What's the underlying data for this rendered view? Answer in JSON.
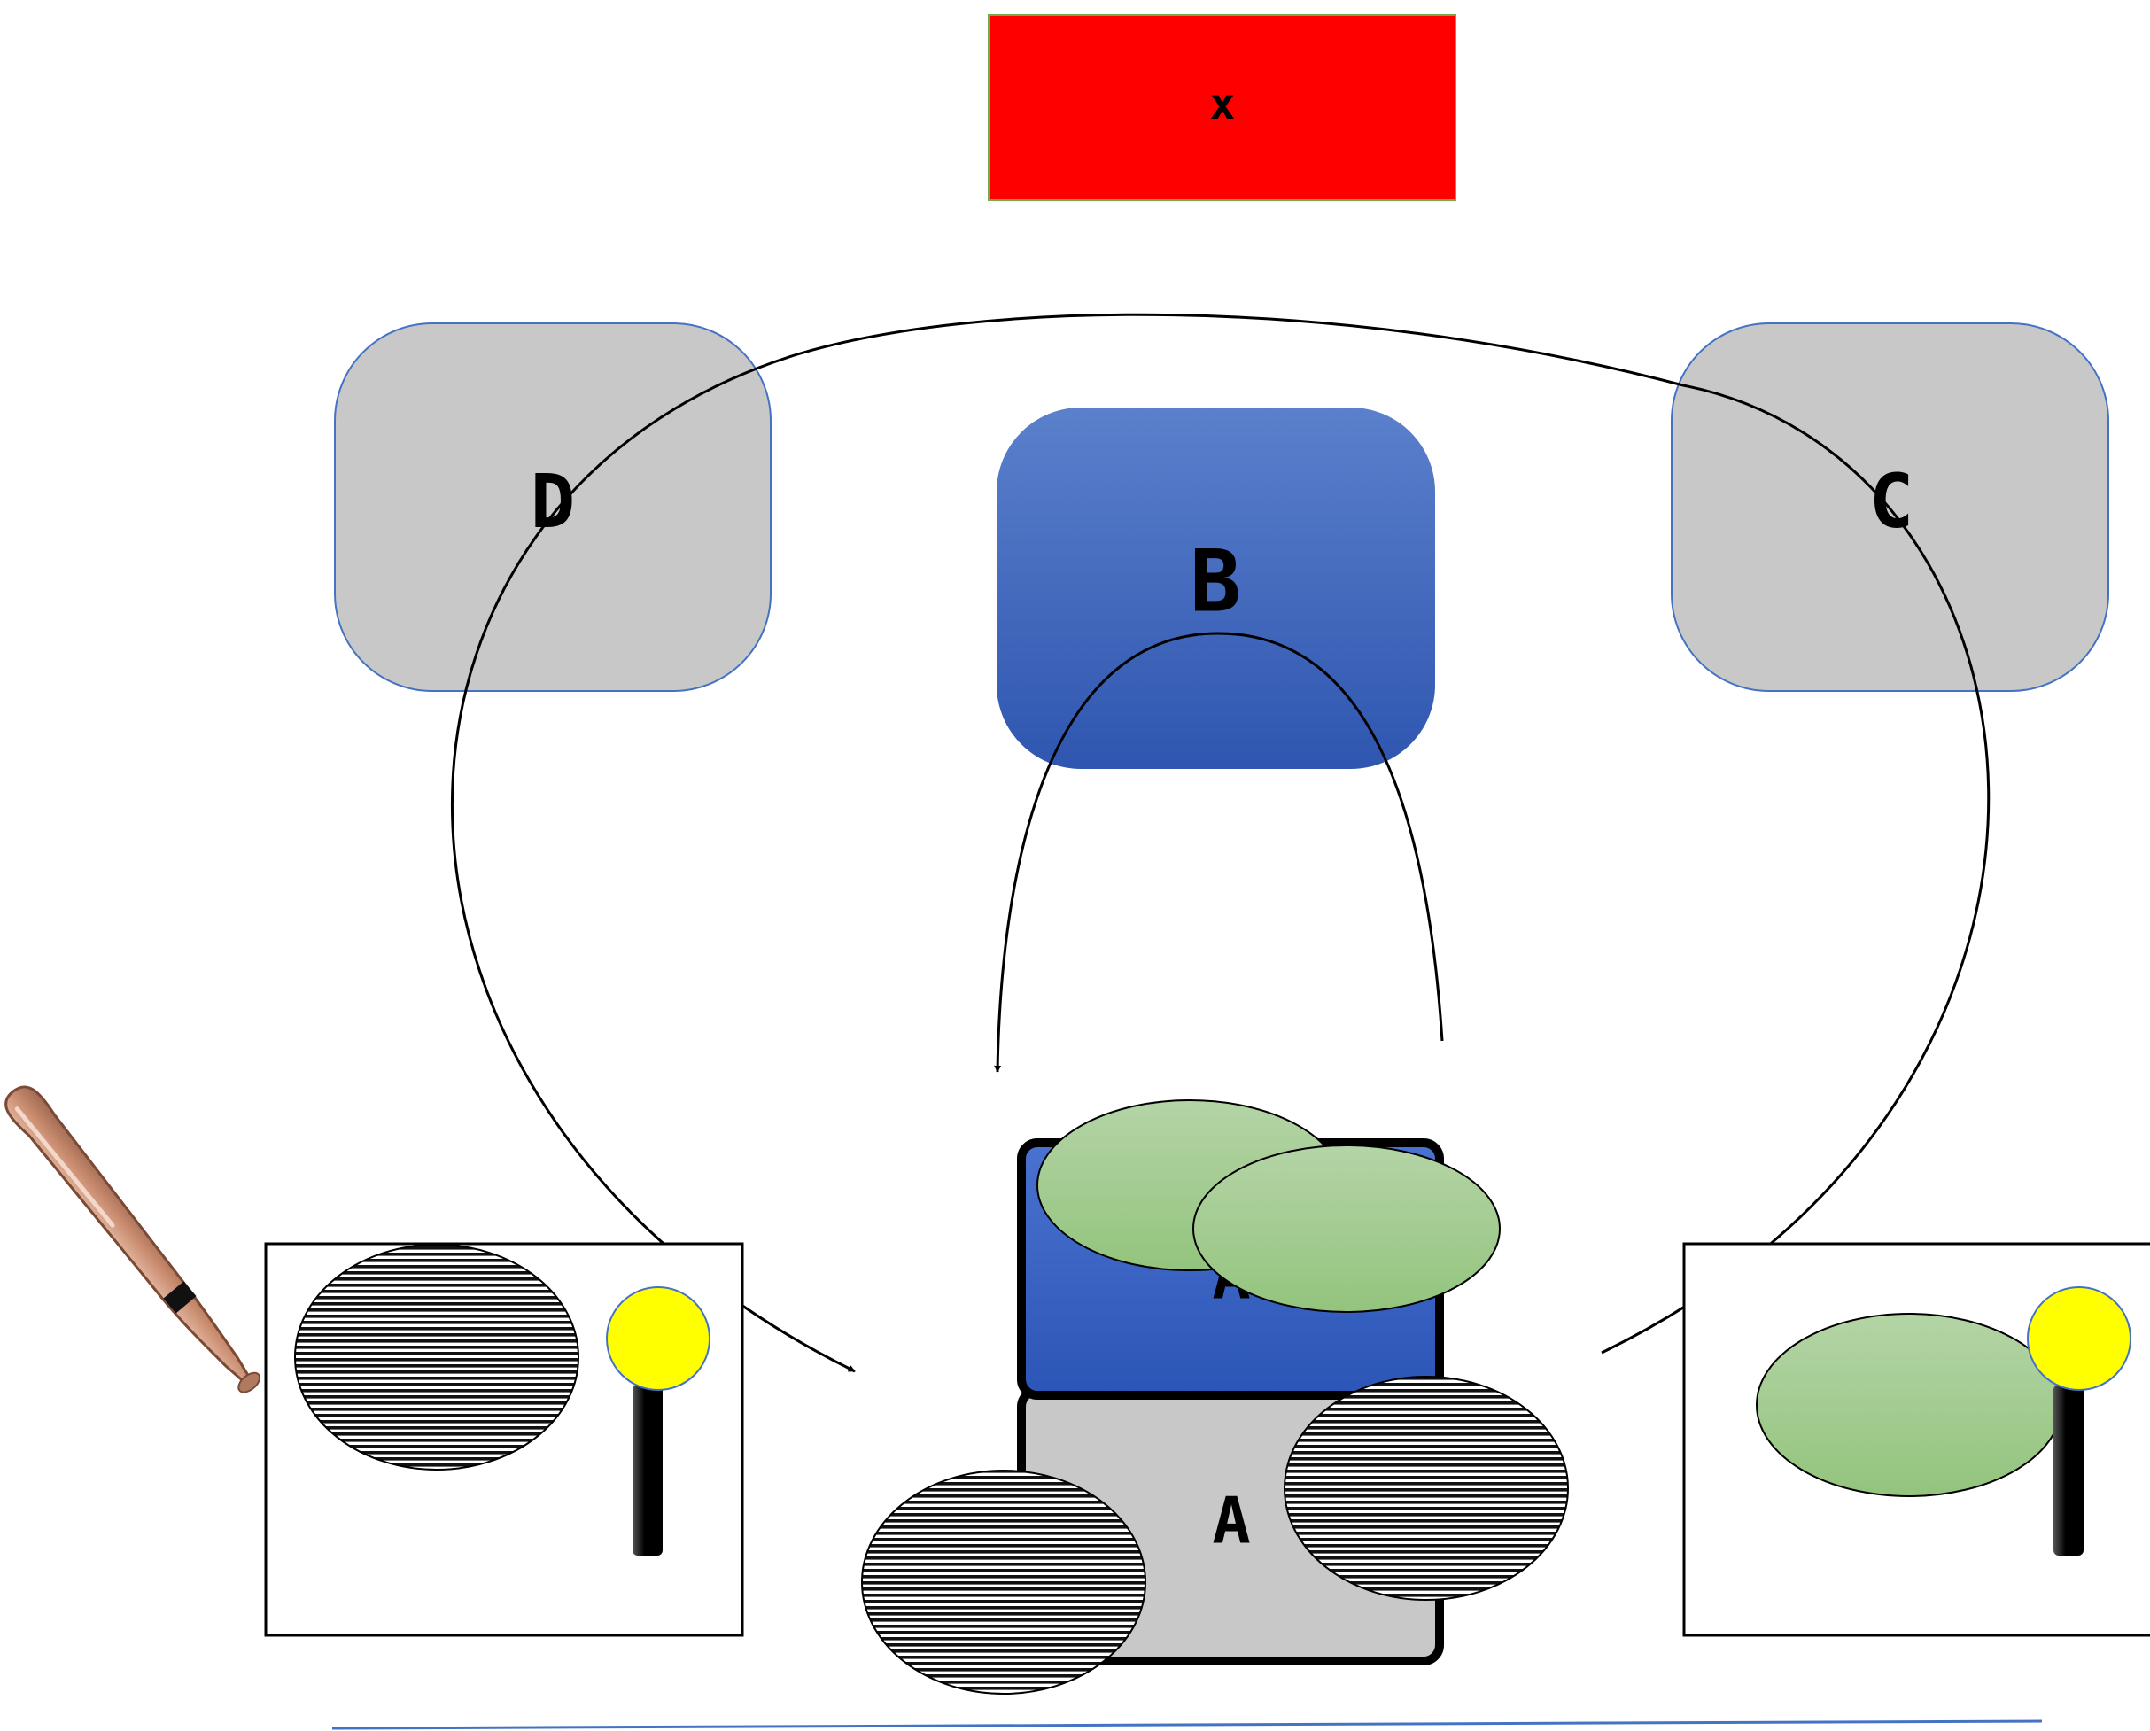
{
  "diagram": {
    "x_box": {
      "label": "x"
    },
    "nodes": {
      "d": {
        "label": "D"
      },
      "b": {
        "label": "B"
      },
      "c": {
        "label": "C"
      },
      "a_top": {
        "label": "A"
      },
      "a_bottom": {
        "label": "A"
      }
    },
    "icons": [
      "baseball-bat-icon",
      "tee-ball-icon"
    ],
    "colors": {
      "x_box_fill": "#ff0000",
      "x_box_border": "#70ad47",
      "gray_node_fill": "#c8c8c8",
      "gray_node_border": "#4472c4",
      "blue_node_light": "#5b80cc",
      "blue_node_dark": "#2f56b0",
      "green_ellipse_light": "#b4d4a6",
      "green_ellipse_dark": "#93c47d",
      "ball_yellow": "#ffff00",
      "baseline_blue": "#4472c4"
    }
  }
}
